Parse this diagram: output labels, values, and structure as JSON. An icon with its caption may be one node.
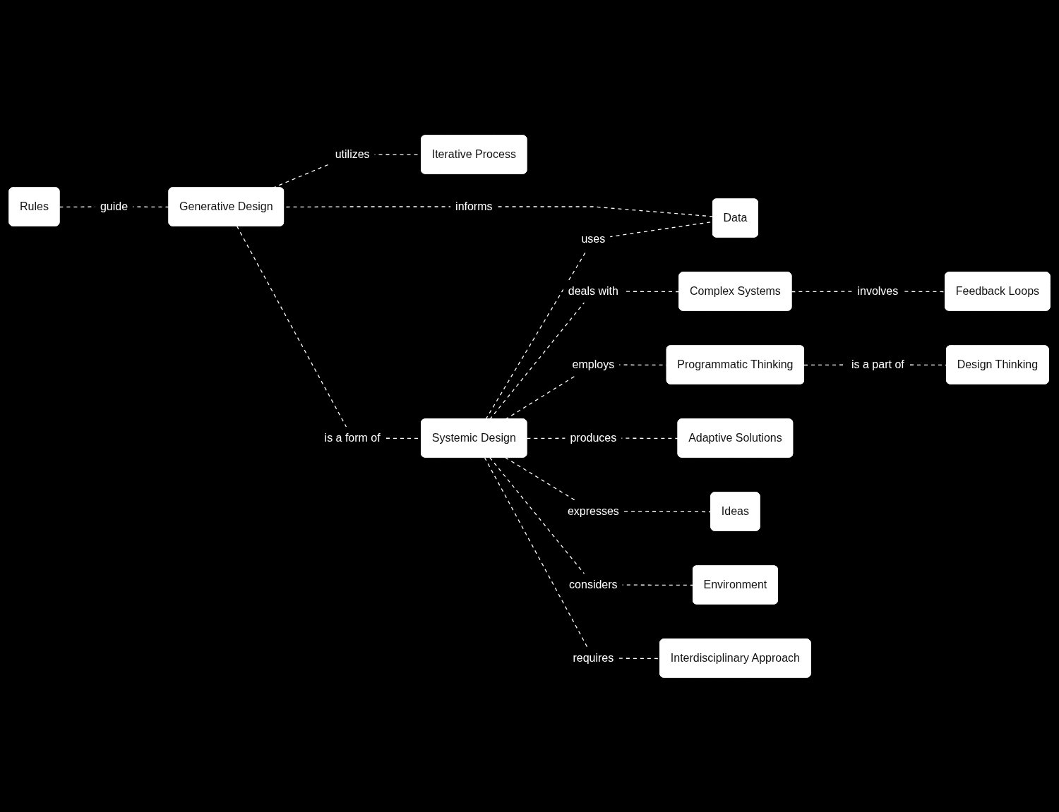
{
  "diagram": {
    "nodes": [
      {
        "text": [
          "Feedback Loops"
        ]
      },
      {
        "text": [
          "Rules"
        ]
      },
      {
        "text": [
          "Iterative Process"
        ]
      },
      {
        "text": [
          "Data"
        ]
      },
      {
        "text": [
          "Complex Systems"
        ]
      },
      {
        "text": [
          "Generative Design"
        ]
      },
      {
        "text": [
          "Programmatic Thinking"
        ]
      },
      {
        "text": [
          "Systemic Design"
        ]
      },
      {
        "text": [
          "Adaptive Solutions"
        ]
      },
      {
        "text": [
          "Ideas"
        ]
      },
      {
        "text": [
          "Design Thinking"
        ]
      },
      {
        "text": [
          "Environment"
        ]
      },
      {
        "text": [
          "Interdisciplinary Approach"
        ]
      }
    ],
    "edges": [
      {
        "from": 5,
        "to": 7,
        "arrow": "none",
        "label": "is a form of",
        "style": "dashed"
      },
      {
        "from": 7,
        "to": 3,
        "arrow": "none",
        "label": "uses",
        "style": "dashed"
      },
      {
        "from": 7,
        "to": 4,
        "arrow": "none",
        "label": "deals with",
        "style": "dashed"
      },
      {
        "from": 4,
        "to": 0,
        "arrow": "none",
        "label": "involves",
        "style": "dashed"
      },
      {
        "from": 1,
        "to": 5,
        "arrow": "none",
        "label": "guide",
        "style": "dashed"
      },
      {
        "from": 5,
        "to": 2,
        "arrow": "none",
        "label": "utilizes",
        "style": "dashed"
      },
      {
        "from": 3,
        "to": 5,
        "arrow": "none",
        "label": "informs",
        "style": "dashed"
      },
      {
        "from": 7,
        "to": 6,
        "arrow": "none",
        "label": "employs",
        "style": "dashed"
      },
      {
        "from": 6,
        "to": 10,
        "arrow": "none",
        "label": "is a part of",
        "style": "dashed"
      },
      {
        "from": 7,
        "to": 8,
        "arrow": "none",
        "label": "produces",
        "style": "dashed"
      },
      {
        "from": 7,
        "to": 11,
        "arrow": "none",
        "label": "considers",
        "style": "dashed"
      },
      {
        "from": 7,
        "to": 12,
        "arrow": "none",
        "label": "requires",
        "style": "dashed"
      },
      {
        "from": 7,
        "to": 9,
        "arrow": "none",
        "label": "expresses",
        "style": "dashed"
      }
    ]
  }
}
